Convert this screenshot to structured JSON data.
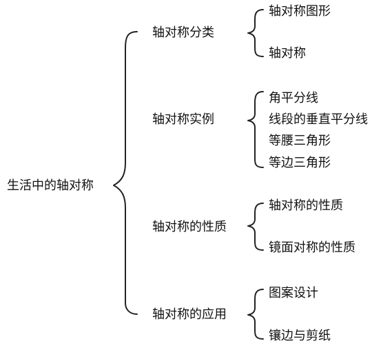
{
  "root": {
    "label": "生活中的轴对称"
  },
  "branches": [
    {
      "label": "轴对称分类",
      "items": [
        "轴对称图形",
        "轴对称"
      ]
    },
    {
      "label": "轴对称实例",
      "items": [
        "角平分线",
        "线段的垂直平分线",
        "等腰三角形",
        "等边三角形"
      ]
    },
    {
      "label": "轴对称的性质",
      "items": [
        "轴对称的性质",
        "镜面对称的性质"
      ]
    },
    {
      "label": "轴对称的应用",
      "items": [
        "图案设计",
        "镶边与剪纸"
      ]
    }
  ]
}
